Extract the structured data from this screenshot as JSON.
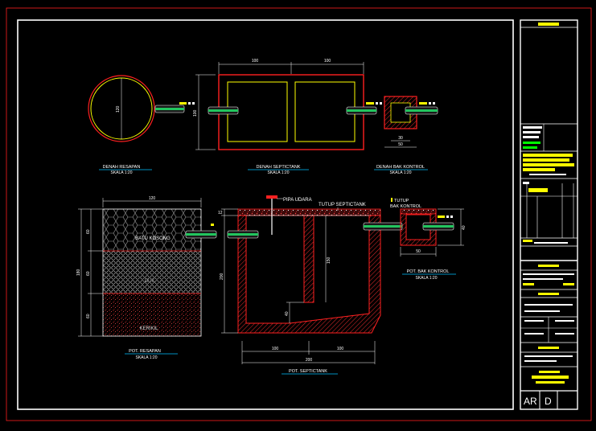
{
  "colors": {
    "background": "#000000",
    "sheet_frame": "#ff2020",
    "border": "#ffffff",
    "title_yellow": "#ffff00",
    "pipe_green": "#22c55e",
    "wall_red": "#ff2020",
    "dim_green": "#00ff00",
    "underline_cyan": "#00bfff"
  },
  "plans": {
    "resapan": {
      "title": "DENAH RESAPAN",
      "scale": "SKALA 1:20",
      "dim_diameter": "120"
    },
    "septictank": {
      "title": "DENAH SEPTICTANK",
      "scale": "SKALA 1:20",
      "dim_left": "100",
      "dim_right": "100",
      "dim_height": "100"
    },
    "bak_kontrol": {
      "title": "DENAH BAK KONTROL",
      "scale": "SKALA 1:20",
      "dim_inner": "30",
      "dim_outer": "50"
    }
  },
  "sections": {
    "resapan": {
      "title": "POT. RESAPAN",
      "scale": "SKALA 1:20",
      "dim_width": "120",
      "dim_total": "180",
      "dim_layer1": "60",
      "dim_layer2": "60",
      "dim_layer3": "60",
      "layer1": "BATU KOSONG",
      "layer2": "IJUK",
      "layer3": "KERIKIL"
    },
    "septictank": {
      "title": "POT. SEPTICTANK",
      "pipe_label": "PIPA UDARA",
      "cover_label": "TUTUP SEPTICTANK",
      "dim_top": "12",
      "dim_height": "200",
      "dim_partition": "150",
      "dim_gap": "40",
      "dim_left": "100",
      "dim_right": "100",
      "dim_total": "200"
    },
    "bak_kontrol": {
      "title": "POT. BAK KONTROL",
      "scale": "SKALA 1:20",
      "cover_label_1": "TUTUP",
      "cover_label_2": "BAK KONTROL",
      "dim_width": "50",
      "dim_height": "40"
    }
  },
  "title_block": {
    "code_left": "AR",
    "code_right": "D"
  }
}
